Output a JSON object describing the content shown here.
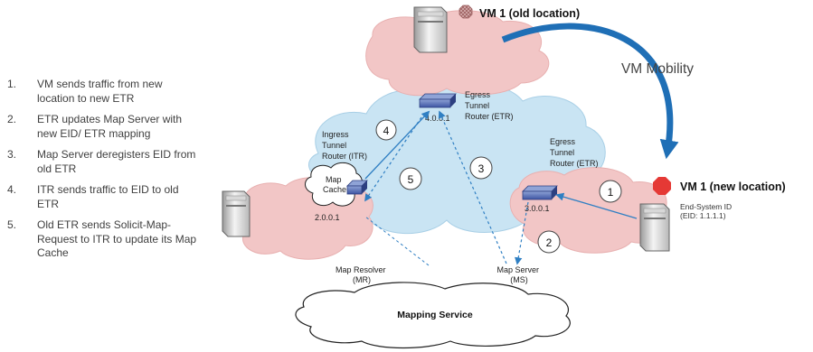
{
  "steps": [
    {
      "num": "1.",
      "text": "VM sends traffic from new location to new ETR"
    },
    {
      "num": "2.",
      "text": "ETR updates Map Server with new EID/ ETR mapping"
    },
    {
      "num": "3.",
      "text": "Map Server deregisters EID from old ETR"
    },
    {
      "num": "4.",
      "text": "ITR sends traffic to EID to old ETR"
    },
    {
      "num": "5.",
      "text": "Old ETR sends Solicit-Map-Request to ITR to update its Map Cache"
    }
  ],
  "labels": {
    "vm_old": "VM 1 (old location)",
    "vm_new": "VM 1 (new location)",
    "vm_mobility": "VM Mobility",
    "egress_old": [
      "Egress",
      "Tunnel",
      "Router (ETR)"
    ],
    "egress_new": [
      "Egress",
      "Tunnel",
      "Router (ETR)"
    ],
    "ingress": [
      "Ingress",
      "Tunnel",
      "Router (ITR)"
    ],
    "map_cache": [
      "Map",
      "Cache"
    ],
    "end_system": [
      "End-System ID",
      "(EID: 1.1.1.1)"
    ],
    "map_resolver": [
      "Map Resolver",
      "(MR)"
    ],
    "map_server": [
      "Map Server",
      "(MS)"
    ],
    "mapping_service": "Mapping Service",
    "ip_old_etr": "4.0.0.1",
    "ip_itr": "2.0.0.1",
    "ip_new_etr": "3.0.0.1",
    "circle_1": "1",
    "circle_2": "2",
    "circle_3": "3",
    "circle_4": "4",
    "circle_5": "5"
  },
  "colors": {
    "core_cloud": "#c9e4f3",
    "site_cloud": "#f2c6c6",
    "arrow_blue": "#2f7fc3",
    "vm_new_marker": "#e53935",
    "vm_old_marker": "#c89090"
  }
}
